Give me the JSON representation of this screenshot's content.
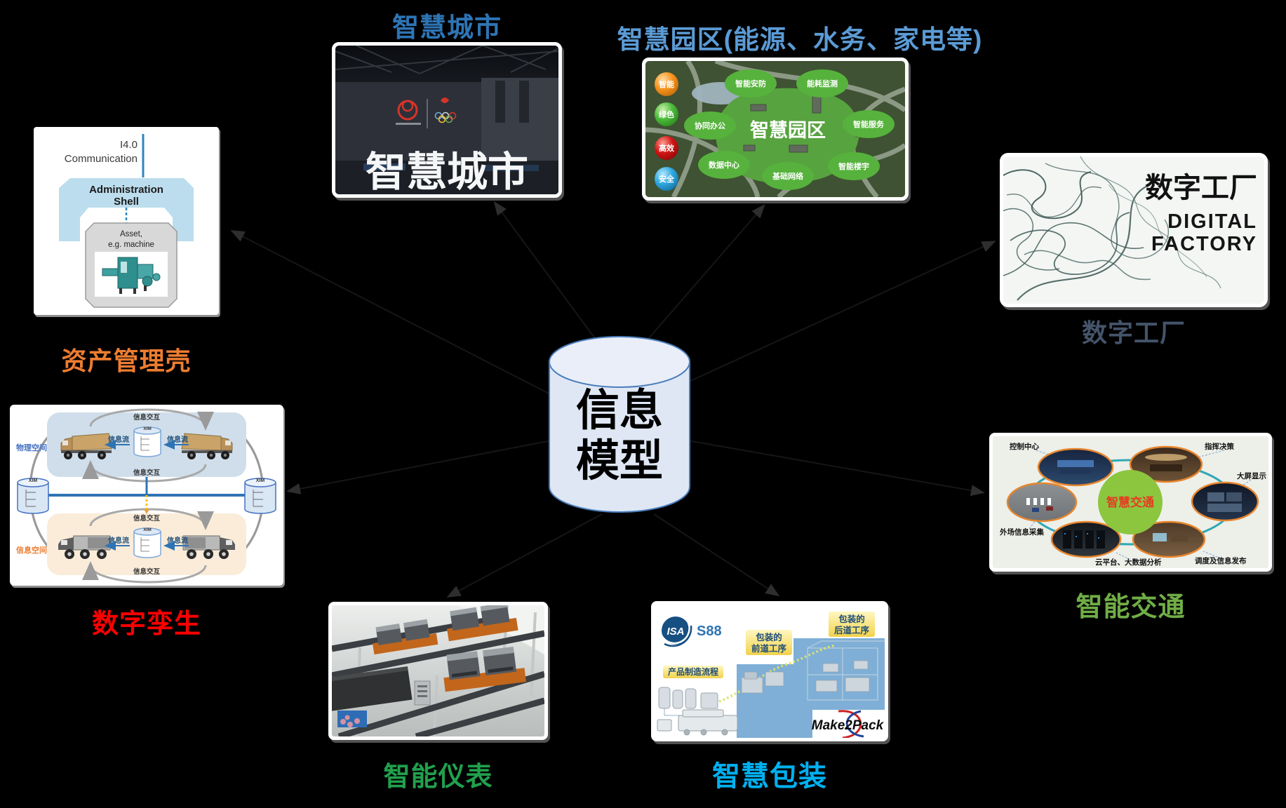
{
  "background": "#000000",
  "center_cylinder": {
    "line1": "信息",
    "line2": "模型",
    "fill": "#dfe7f5",
    "stroke": "#4a7ebb"
  },
  "nodes": {
    "asset_admin_shell": {
      "label": "资产管理壳",
      "label_color": "#ED7D31",
      "i40": "I4.0",
      "communication": "Communication",
      "shell_line1": "Administration",
      "shell_line2": "Shell",
      "asset_line1": "Asset,",
      "asset_line2": "e.g. machine"
    },
    "smart_city": {
      "label": "智慧城市",
      "label_color": "#2E74B5",
      "banner_text": "智慧城市"
    },
    "smart_park": {
      "label": "智慧园区(能源、水务、家电等)",
      "label_color": "#5B9BD5",
      "center_label": "智慧园区",
      "bubbles": [
        "智能安防",
        "能耗监测",
        "协同办公",
        "智能服务",
        "数据中心",
        "基础网络",
        "智能楼宇"
      ],
      "balls": [
        {
          "text": "智能",
          "color": "#F7941D"
        },
        {
          "text": "绿色",
          "color": "#4CBB3C"
        },
        {
          "text": "高效",
          "color": "#D01616"
        },
        {
          "text": "安全",
          "color": "#2FA8E1"
        }
      ]
    },
    "digital_factory": {
      "label": "数字工厂",
      "label_color": "#44546A",
      "cn": "数字工厂",
      "en_line1": "DIGITAL",
      "en_line2": "FACTORY"
    },
    "digital_twin": {
      "label": "数字孪生",
      "label_color": "#FF0000",
      "physical_space": "物理空间",
      "physical_color": "#4472C4",
      "info_space": "信息空间",
      "info_color": "#ED7D31",
      "info_exchange": "信息交互",
      "info_flow": "信息流",
      "cylinder_text": "XIM"
    },
    "smart_transport": {
      "label": "智能交通",
      "label_color": "#70AD47",
      "center_label": "智慧交通",
      "center_color": "#E53C22",
      "circle_fill": "#8CC63F",
      "callouts": [
        "控制中心",
        "指挥决策",
        "大屏显示",
        "外场信息采集",
        "云平台、大数据分析",
        "调度及信息发布"
      ]
    },
    "smart_meter": {
      "label": "智能仪表",
      "label_color": "#21A04D"
    },
    "smart_packaging": {
      "label": "智慧包装",
      "label_color": "#00B0F0",
      "isa": "ISA",
      "s88": "S88",
      "box_product": "产品制造流程",
      "box_front": [
        "包装的",
        "前道工序"
      ],
      "box_back": [
        "包装的",
        "后道工序"
      ],
      "logo": "Make2Pack"
    }
  }
}
